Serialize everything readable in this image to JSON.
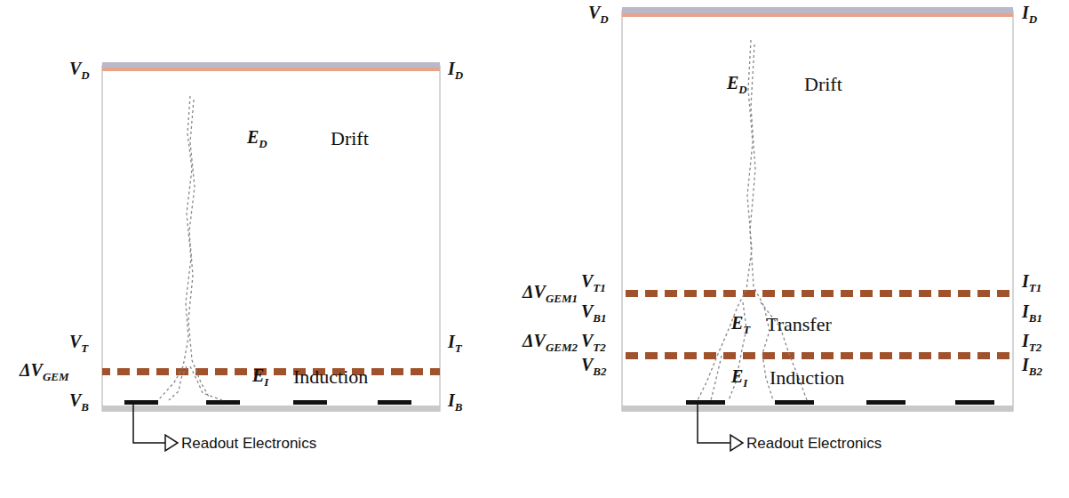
{
  "diagram": {
    "labels": [
      "VD",
      "ID",
      "ED",
      "Drift",
      "VT",
      "IT",
      "ΔVGEM",
      "VB",
      "IB",
      "EI",
      "Induction",
      "Readout Electronics",
      "VD",
      "ID",
      "ED",
      "Drift",
      "VT1",
      "IT1",
      "ΔVGEM1",
      "VB1",
      "IB1",
      "Transfer",
      "ET",
      "ΔVGEM2",
      "VT2",
      "IT2",
      "VB2",
      "IB2",
      "EI",
      "Induction",
      "Readout Electronics"
    ]
  }
}
